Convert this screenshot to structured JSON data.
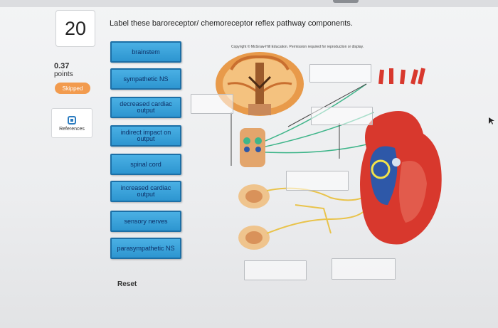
{
  "question": {
    "number": "20",
    "points_value": "0.37",
    "points_label": "points",
    "status": "Skipped",
    "references_label": "References",
    "prompt": "Label these baroreceptor/ chemoreceptor reflex pathway components."
  },
  "labels": [
    {
      "text": "brainstem"
    },
    {
      "text": "sympathetic NS"
    },
    {
      "text": "decreased cardiac output"
    },
    {
      "text": "indirect impact on output"
    },
    {
      "text": "spinal cord"
    },
    {
      "text": "increased cardiac output"
    },
    {
      "text": "sensory nerves"
    },
    {
      "text": "parasympathetic NS"
    }
  ],
  "reset_label": "Reset",
  "copyright": "Copyright © McGraw-Hill Education. Permission required for reproduction or display.",
  "colors": {
    "label_fill": "#3aa3dc",
    "label_border": "#1c6fa6",
    "skipped": "#f29b4e",
    "nerve_green": "#3fb58a",
    "nerve_yellow": "#e9c34a",
    "heart_red": "#d8382d",
    "heart_blue": "#2e58a8"
  }
}
